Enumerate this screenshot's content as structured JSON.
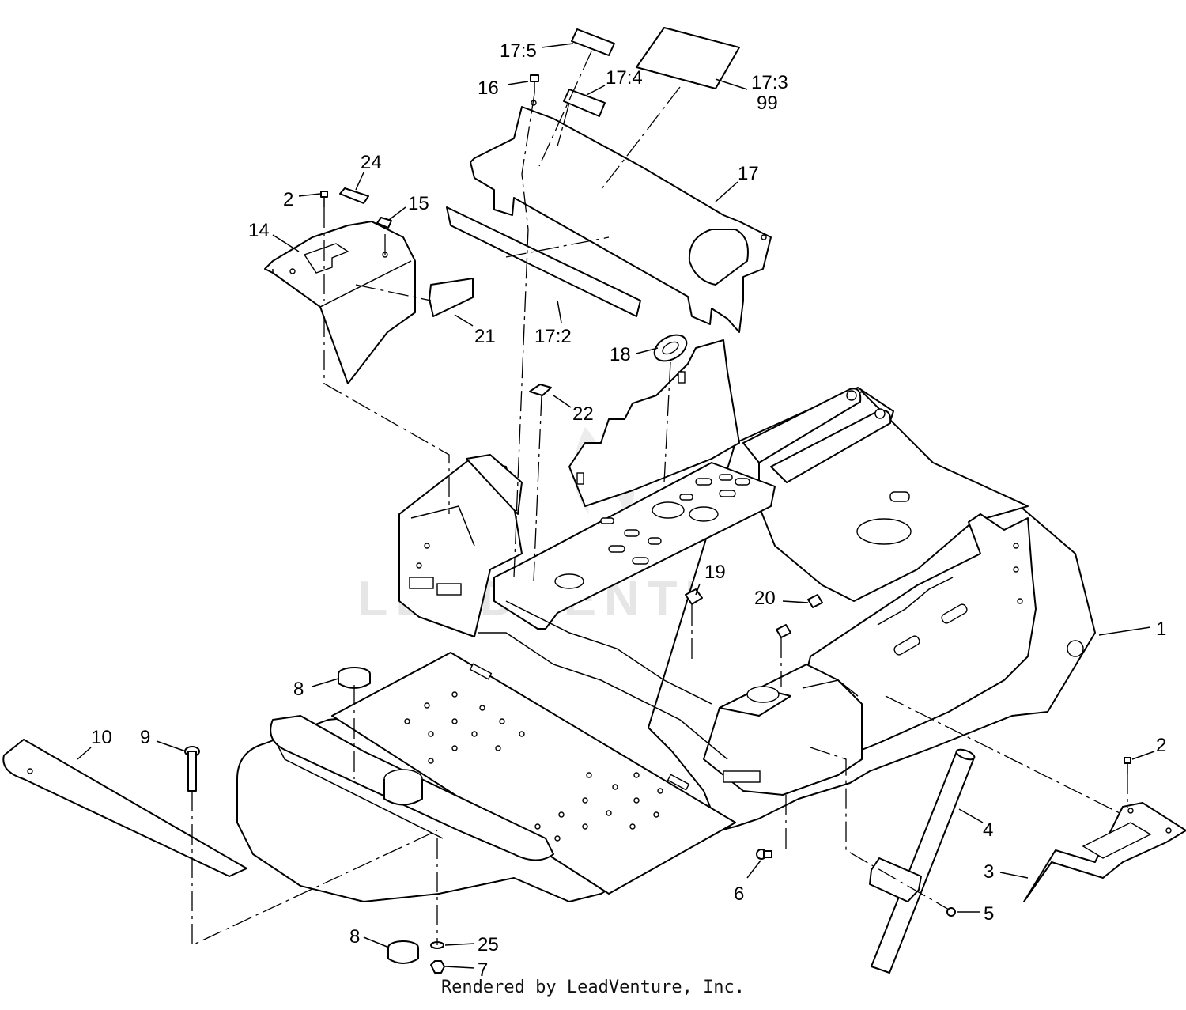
{
  "watermark": "LEADVENTURE",
  "footer": "Rendered by LeadVenture, Inc.",
  "callouts": {
    "c1": "1",
    "c2a": "2",
    "c2b": "2",
    "c3": "3",
    "c4": "4",
    "c5": "5",
    "c6": "6",
    "c7": "7",
    "c8a": "8",
    "c8b": "8",
    "c9": "9",
    "c10": "10",
    "c14": "14",
    "c15": "15",
    "c16": "16",
    "c17": "17",
    "c17_2": "17:2",
    "c17_3": "17:3",
    "c99": "99",
    "c17_4": "17:4",
    "c17_5": "17:5",
    "c18": "18",
    "c19": "19",
    "c20": "20",
    "c21": "21",
    "c22": "22",
    "c24": "24",
    "c25": "25"
  }
}
